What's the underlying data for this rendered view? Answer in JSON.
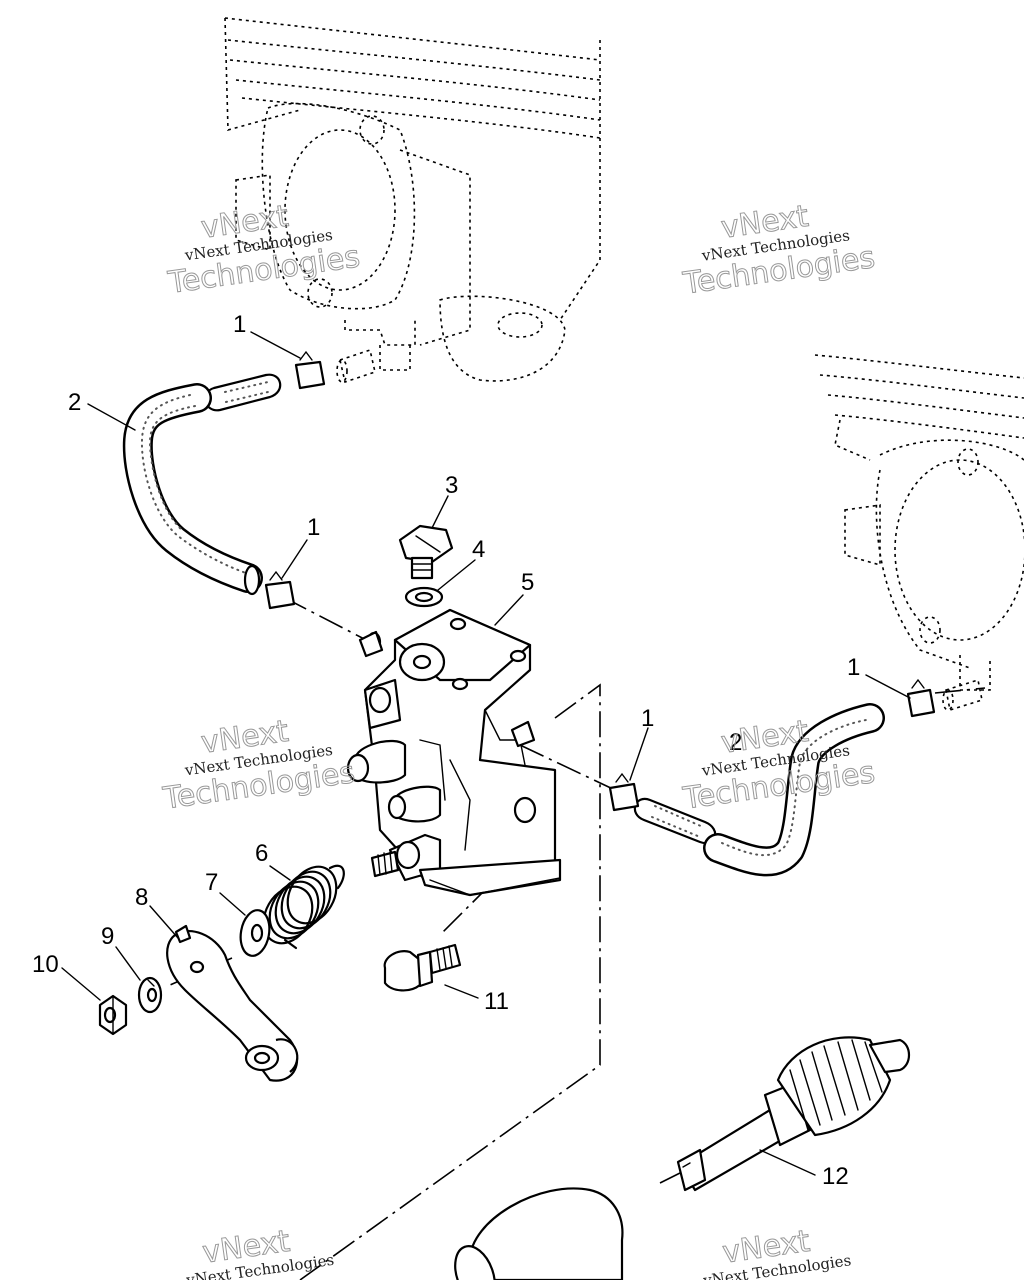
{
  "callouts": [
    {
      "id": "clamp-top",
      "label": "1"
    },
    {
      "id": "hose-left",
      "label": "2"
    },
    {
      "id": "clamp-left",
      "label": "1"
    },
    {
      "id": "screw",
      "label": "3"
    },
    {
      "id": "washer",
      "label": "4"
    },
    {
      "id": "pump-body",
      "label": "5"
    },
    {
      "id": "clamp-right-lower",
      "label": "1"
    },
    {
      "id": "clamp-right-upper",
      "label": "1"
    },
    {
      "id": "hose-right",
      "label": "2"
    },
    {
      "id": "spring",
      "label": "6"
    },
    {
      "id": "spring-washer",
      "label": "7"
    },
    {
      "id": "lever",
      "label": "8"
    },
    {
      "id": "lock-washer",
      "label": "9"
    },
    {
      "id": "nut",
      "label": "10"
    },
    {
      "id": "bolt",
      "label": "11"
    },
    {
      "id": "drive-gear",
      "label": "12"
    }
  ],
  "watermarks": {
    "small_text": "vNext Technologies",
    "big_line1": "vNext",
    "big_line2": "Technologies"
  }
}
